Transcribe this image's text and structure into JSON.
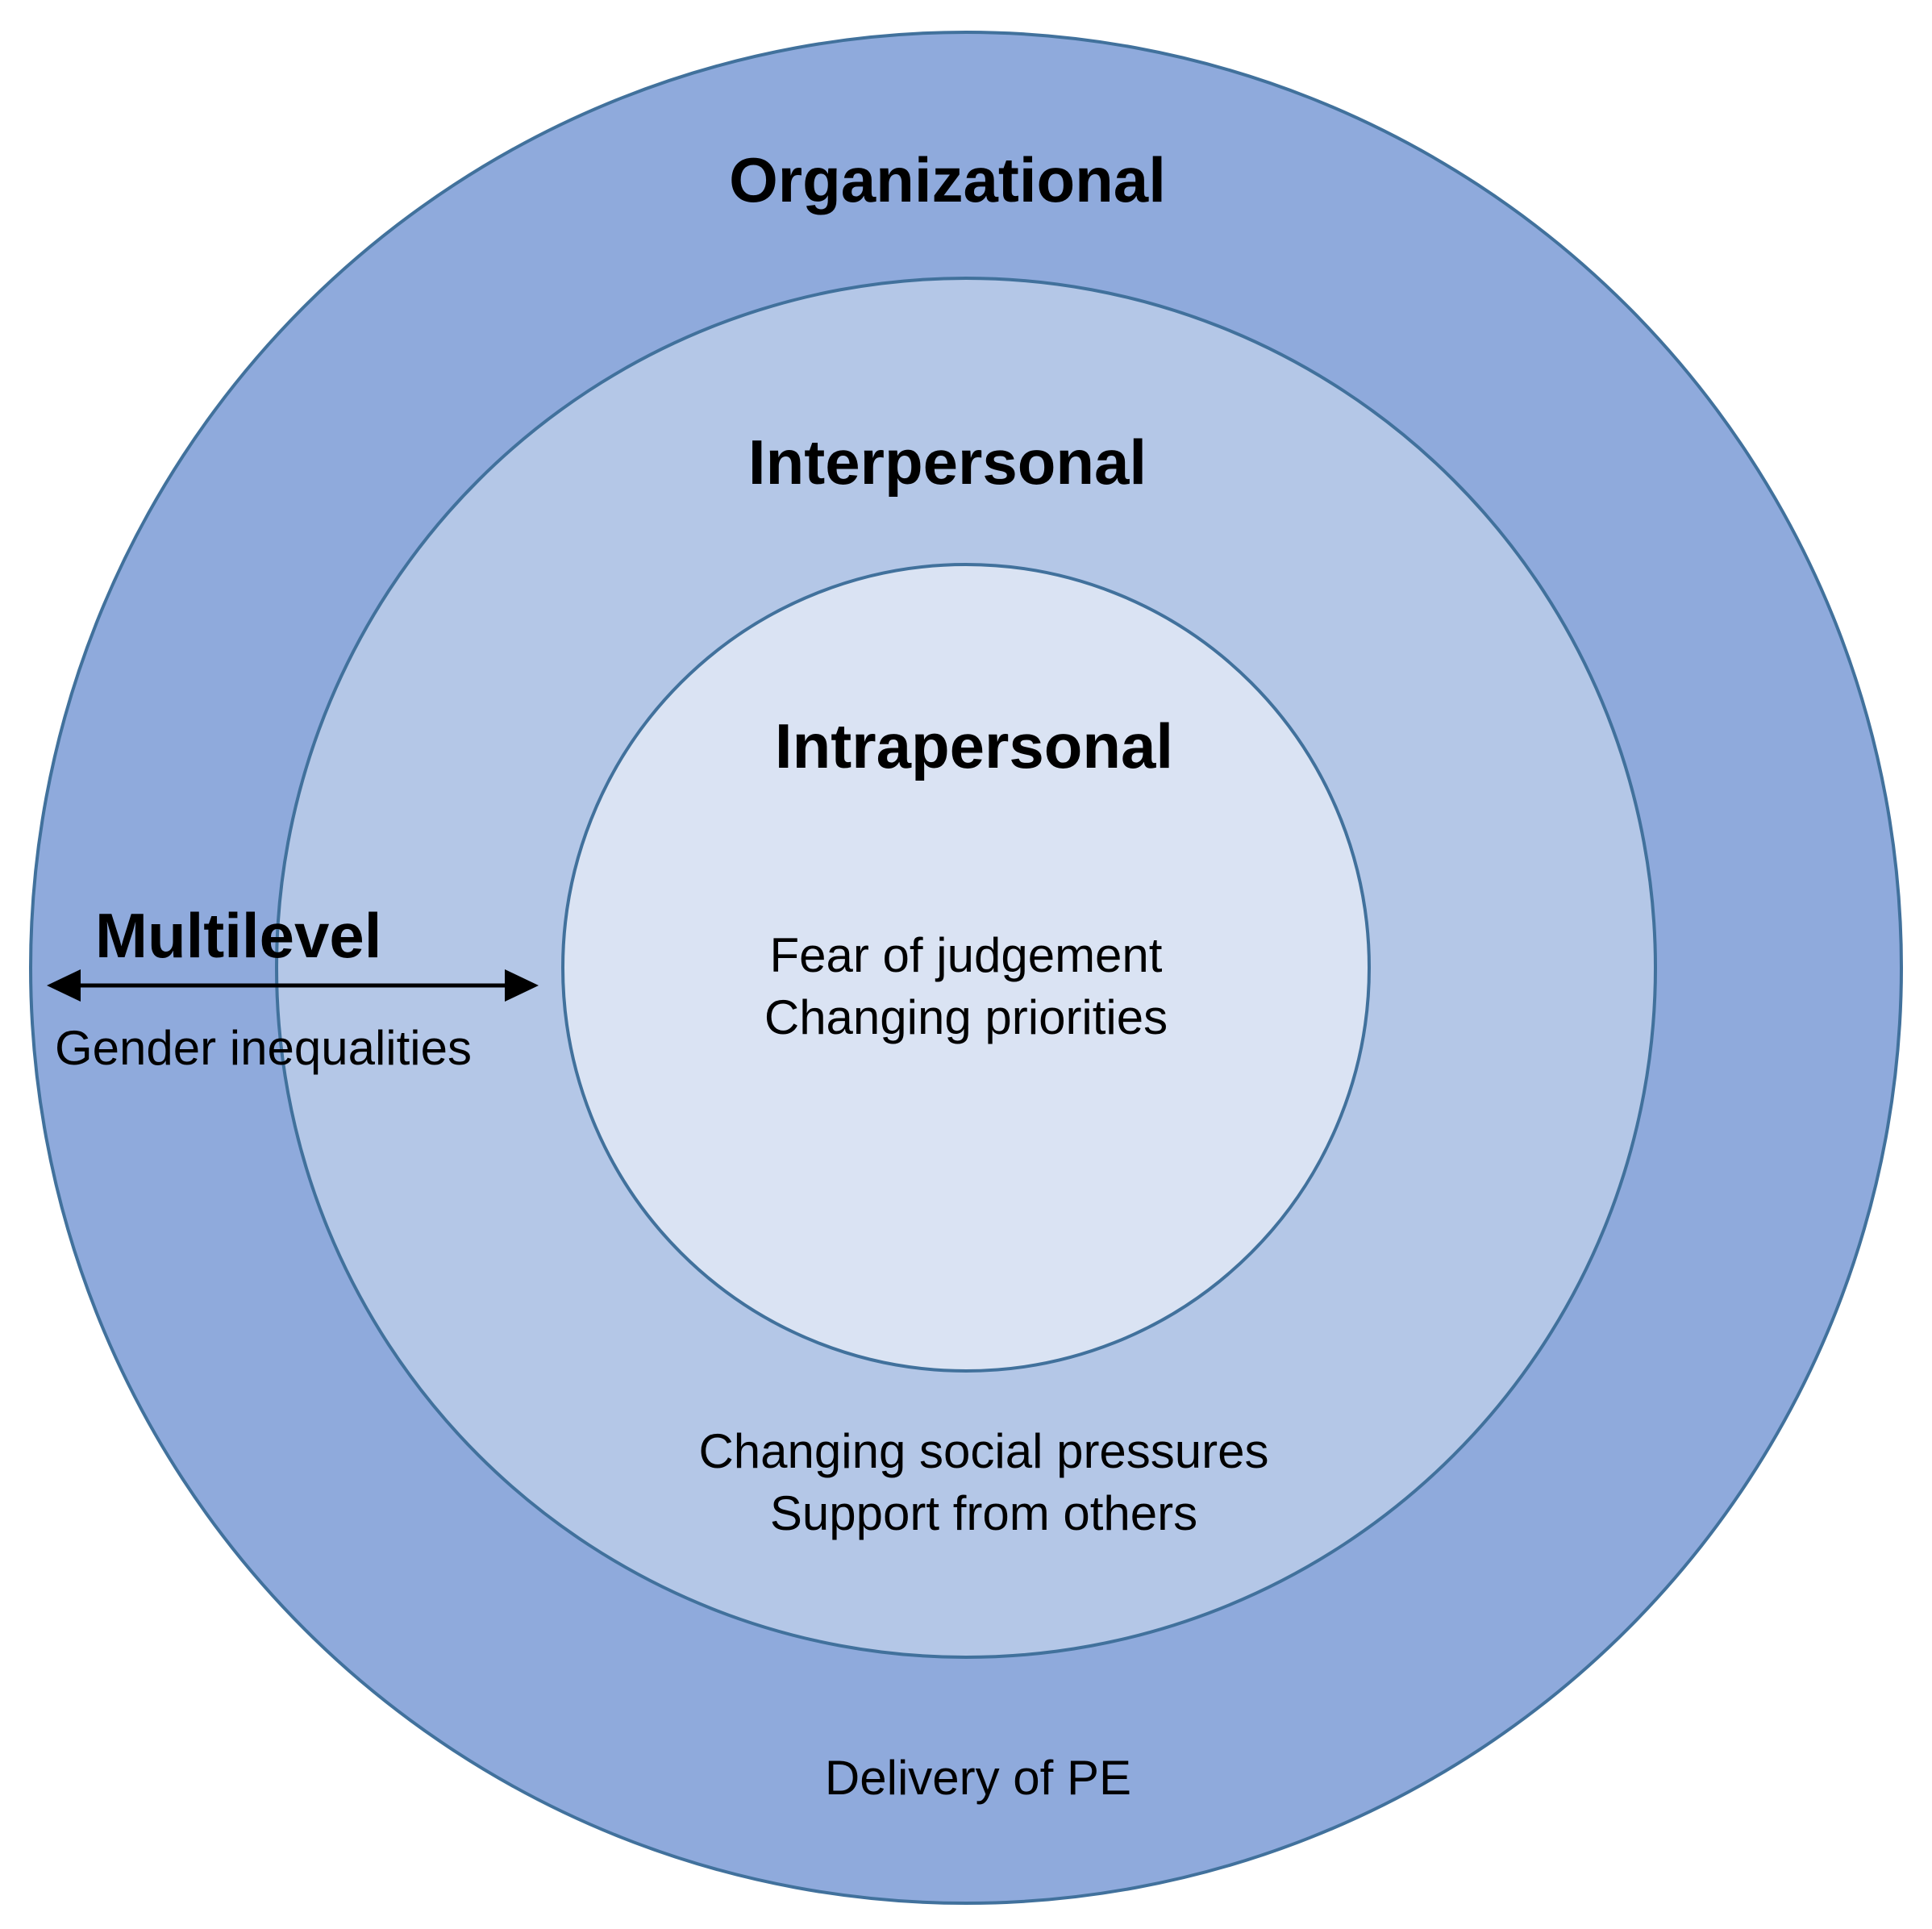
{
  "layers": {
    "organizational": {
      "title": "Organizational",
      "items": [
        "Delivery of PE"
      ]
    },
    "interpersonal": {
      "title": "Interpersonal",
      "items": [
        "Changing social pressures",
        "Support from others"
      ]
    },
    "intrapersonal": {
      "title": "Intrapersonal",
      "items": [
        "Fear of judgement",
        "Changing priorities"
      ]
    },
    "multilevel": {
      "title": "Multilevel",
      "items": [
        "Gender inequalities"
      ]
    }
  },
  "colors": {
    "outer_fill": "#8faadc",
    "middle_fill": "#b4c7e7",
    "inner_fill": "#dae3f3",
    "stroke": "#41719c"
  },
  "icons": {
    "multilevel_arrow": "double-headed-horizontal-arrow"
  }
}
